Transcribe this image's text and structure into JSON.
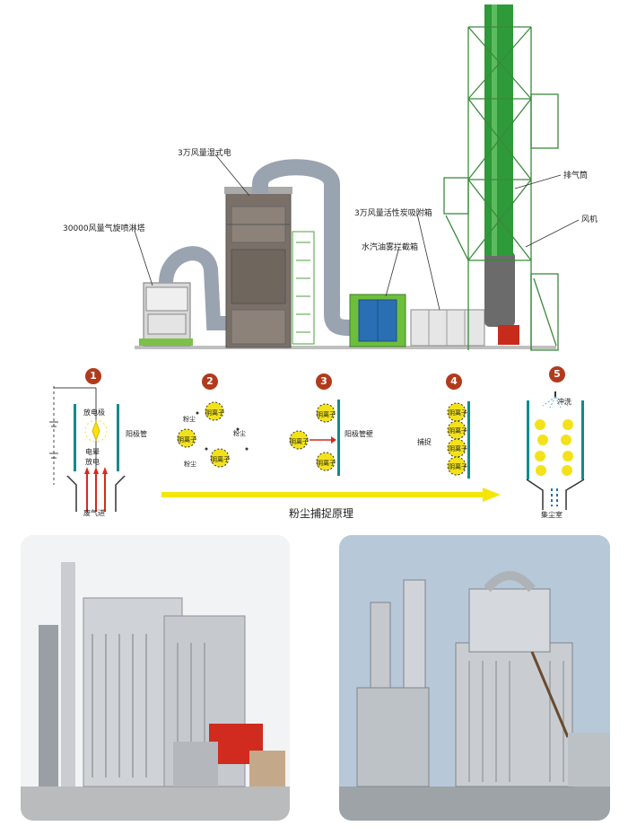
{
  "colors": {
    "stack_green": "#2e9a3a",
    "duct_gray": "#9aa3b0",
    "unit_brown": "#7a7068",
    "filter_blue": "#2a6fb3",
    "filter_green": "#6cbf3c",
    "arrow_yellow": "#f5e60a",
    "step_red": "#b23a1c",
    "particle_yellow": "#f3e21a",
    "electrode_teal": "#0f8c8c"
  },
  "diagram": {
    "label_spray_tower": "30000风量气旋喷淋塔",
    "label_wet_esp": "3万风量湿式电",
    "label_carbon_box": "3万风量活性炭吸附箱",
    "label_oil_mist_box": "水汽油雾拦截箱",
    "label_exhaust_stack": "排气筒",
    "label_fan": "风机"
  },
  "principle": {
    "title": "粉尘捕捉原理",
    "steps": [
      "1",
      "2",
      "3",
      "4",
      "5"
    ],
    "step1": {
      "discharge_pole": "放电极",
      "anode_tube": "阳极管",
      "corona": "电晕",
      "discharge": "放电",
      "exhaust_in": "废气进"
    },
    "step2": {
      "dust_a": "粉尘",
      "dust_b": "粉尘",
      "dust_c": "粉尘",
      "ion_a": "阴离子",
      "ion_b": "阴离子",
      "ion_c": "阴离子"
    },
    "step3": {
      "ion_a": "阴离子",
      "ion_b": "阴离子",
      "ion_c": "阴离子",
      "anode_wall": "阳极管壁"
    },
    "step4": {
      "capture": "捕捉",
      "ion_a": "阴离子",
      "ion_b": "阴离子",
      "ion_c": "阴离子",
      "ion_d": "阴离子"
    },
    "step5": {
      "flush": "冲洗",
      "dust_chamber": "集尘室"
    }
  }
}
